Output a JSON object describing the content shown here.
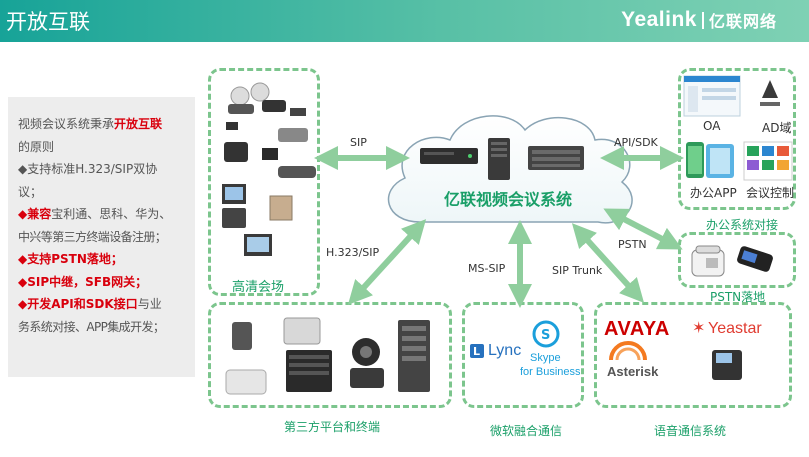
{
  "header": {
    "title": "开放互联",
    "logo_en": "Yealink",
    "logo_cn": "亿联网络"
  },
  "principle": {
    "line1_pre": "视频会议系统秉承",
    "line1_red": "开放互联",
    "line2": "的原则",
    "line3": "◆支持标准H.323/SIP双协",
    "line4": "议；",
    "line5_red": "◆兼容",
    "line5_rest": "宝利通、思科、华为、",
    "line6": "中兴等第三方终端设备注册；",
    "line7_red": "◆支持PSTN落地；",
    "line8_red": "◆SIP中继，SFB网关；",
    "line9_red": "◆开发API和SDK接口",
    "line9_rest": "与业",
    "line10": "务系统对接、APP集成开发；"
  },
  "center": {
    "system_name": "亿联视频会议系统"
  },
  "protocols": {
    "sip": "SIP",
    "h323_sip": "H.323/SIP",
    "ms_sip": "MS-SIP",
    "sip_trunk": "SIP Trunk",
    "pstn": "PSTN",
    "api_sdk": "API/SDK"
  },
  "groups": {
    "hd_room": "高清会场",
    "third_party": "第三方平台和终端",
    "microsoft": "微软融合通信",
    "voice": "语音通信系统",
    "office": "办公系统对接",
    "pstn": "PSTN落地"
  },
  "office_items": {
    "oa": "OA",
    "ad": "AD域",
    "office_app": "办公APP",
    "meeting_control": "会议控制"
  },
  "brands": {
    "lync": "Lync",
    "skype_line1": "Skype",
    "skype_line2": "for Business",
    "avaya": "AVAYA",
    "yeastar": "Yeastar",
    "asterisk": "Asterisk"
  },
  "colors": {
    "header_start": "#17a398",
    "header_end": "#7fd1b4",
    "accent_green": "#1a9f68",
    "dashed_border": "#7cc58d",
    "arrow": "#8fce9d",
    "highlight_red": "#d9000d",
    "panel_gray": "#ededed"
  }
}
